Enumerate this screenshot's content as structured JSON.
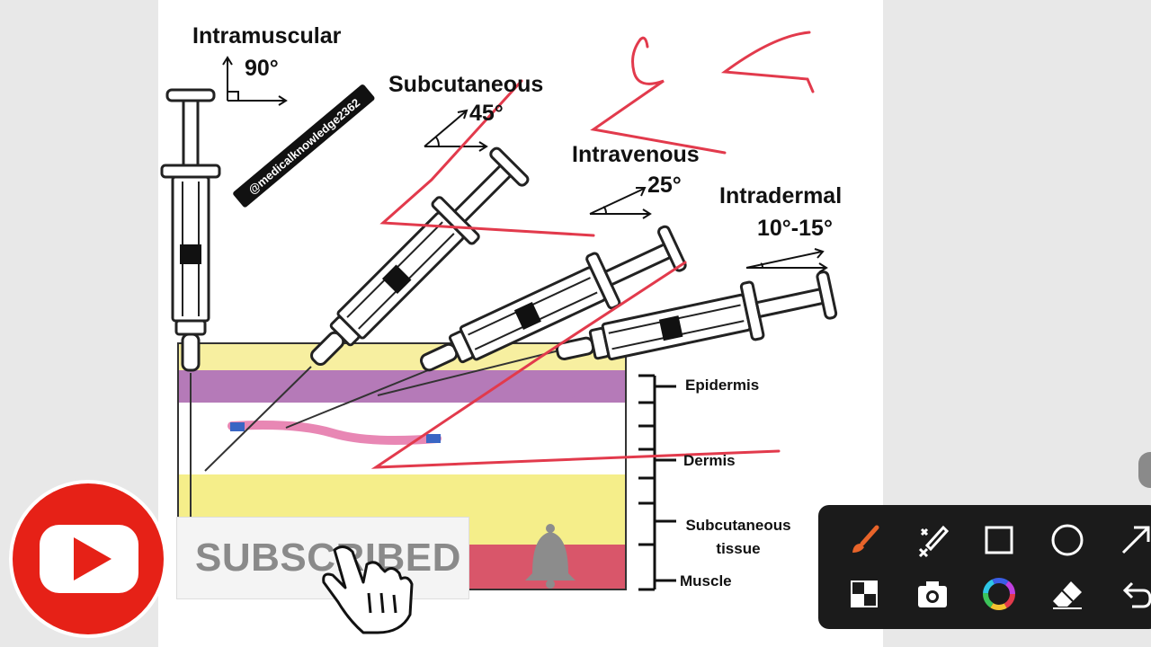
{
  "diagram": {
    "injections": [
      {
        "name": "Intramuscular",
        "angle": "90°"
      },
      {
        "name": "Subcutaneous",
        "angle": "45°"
      },
      {
        "name": "Intravenous",
        "angle": "25°"
      },
      {
        "name": "Intradermal",
        "angle": "10°-15°"
      }
    ],
    "layers": [
      "Epidermis",
      "Dermis",
      "Subcutaneous tissue",
      "Muscle"
    ],
    "watermark": "@medicalknowledge2362"
  },
  "overlay": {
    "subscribe_label": "SUBSCRIBED"
  },
  "toolbar": {
    "tools": [
      "brush-icon",
      "magic-pen-icon",
      "rectangle-icon",
      "circle-icon",
      "arrow-icon",
      "mosaic-icon",
      "camera-icon",
      "color-wheel-icon",
      "eraser-icon",
      "undo-icon"
    ],
    "accent": "#e8642a"
  },
  "colors": {
    "youtube_red": "#e62117",
    "epidermis": "#b57ab8",
    "fat": "#f5ee8a",
    "muscle": "#d9566a",
    "annotation": "#e23a4c"
  }
}
